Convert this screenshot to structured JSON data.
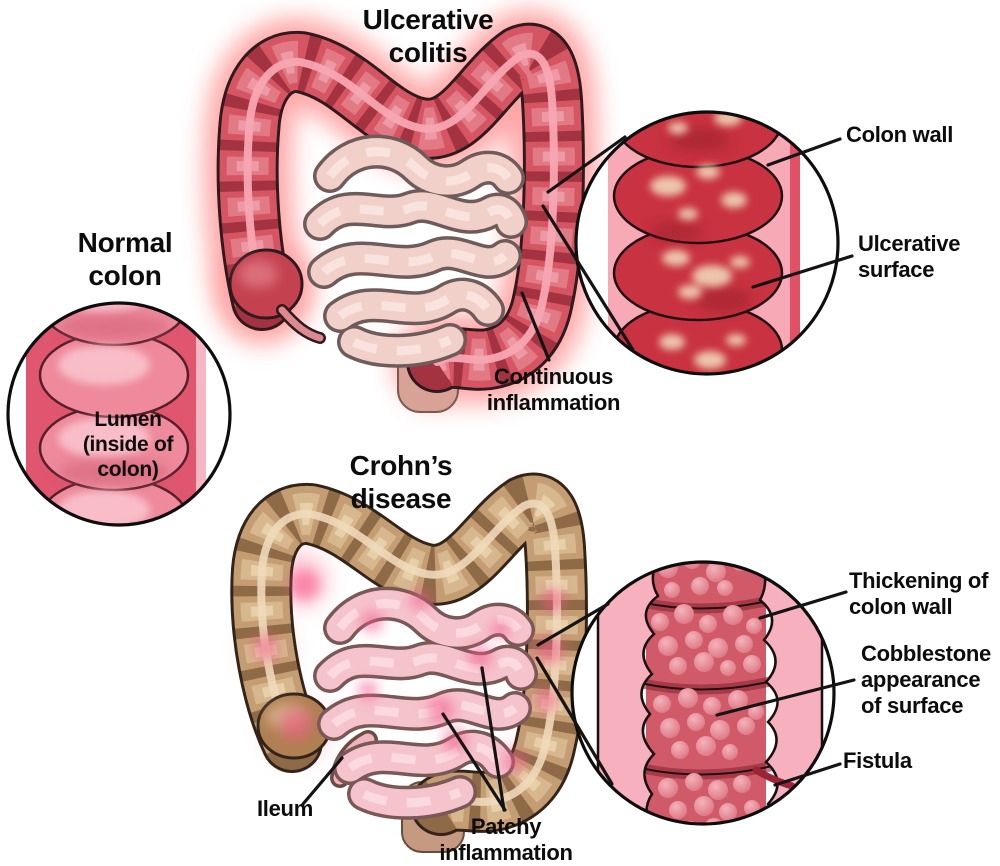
{
  "diagram": {
    "title_top": "Ulcerative colitis",
    "title_bottom": "Crohn’s disease",
    "normal_label": "Normal colon",
    "lumen_label": "Lumen (inside of colon)",
    "annotations": {
      "colon_wall": "Colon wall",
      "ulcerative_surface": "Ulcerative surface",
      "continuous_inflammation": "Continuous inflammation",
      "thickening_of_colon_wall": "Thickening of colon wall",
      "cobblestone_appearance": "Cobblestone appearance of surface",
      "fistula": "Fistula",
      "ileum": "Ileum",
      "patchy_inflammation": "Patchy inflammation"
    },
    "colors": {
      "background": "#ffffff",
      "line_black": "#141414",
      "uc_colon_red": "#d55662",
      "uc_glow": "#ff4f4f",
      "crohns_tan": "#c49d73",
      "inflamed_pink": "#f4578a",
      "intestine_pale": "#f2d0ca",
      "inset_wall_pink": "#f7a9b6",
      "ulcer_deep_red": "#c93240",
      "ulcer_cream_patch": "#f3dfc0",
      "normal_colon_pink": "#ee8a9c",
      "cobblestone_pink": "#dd7583"
    }
  }
}
